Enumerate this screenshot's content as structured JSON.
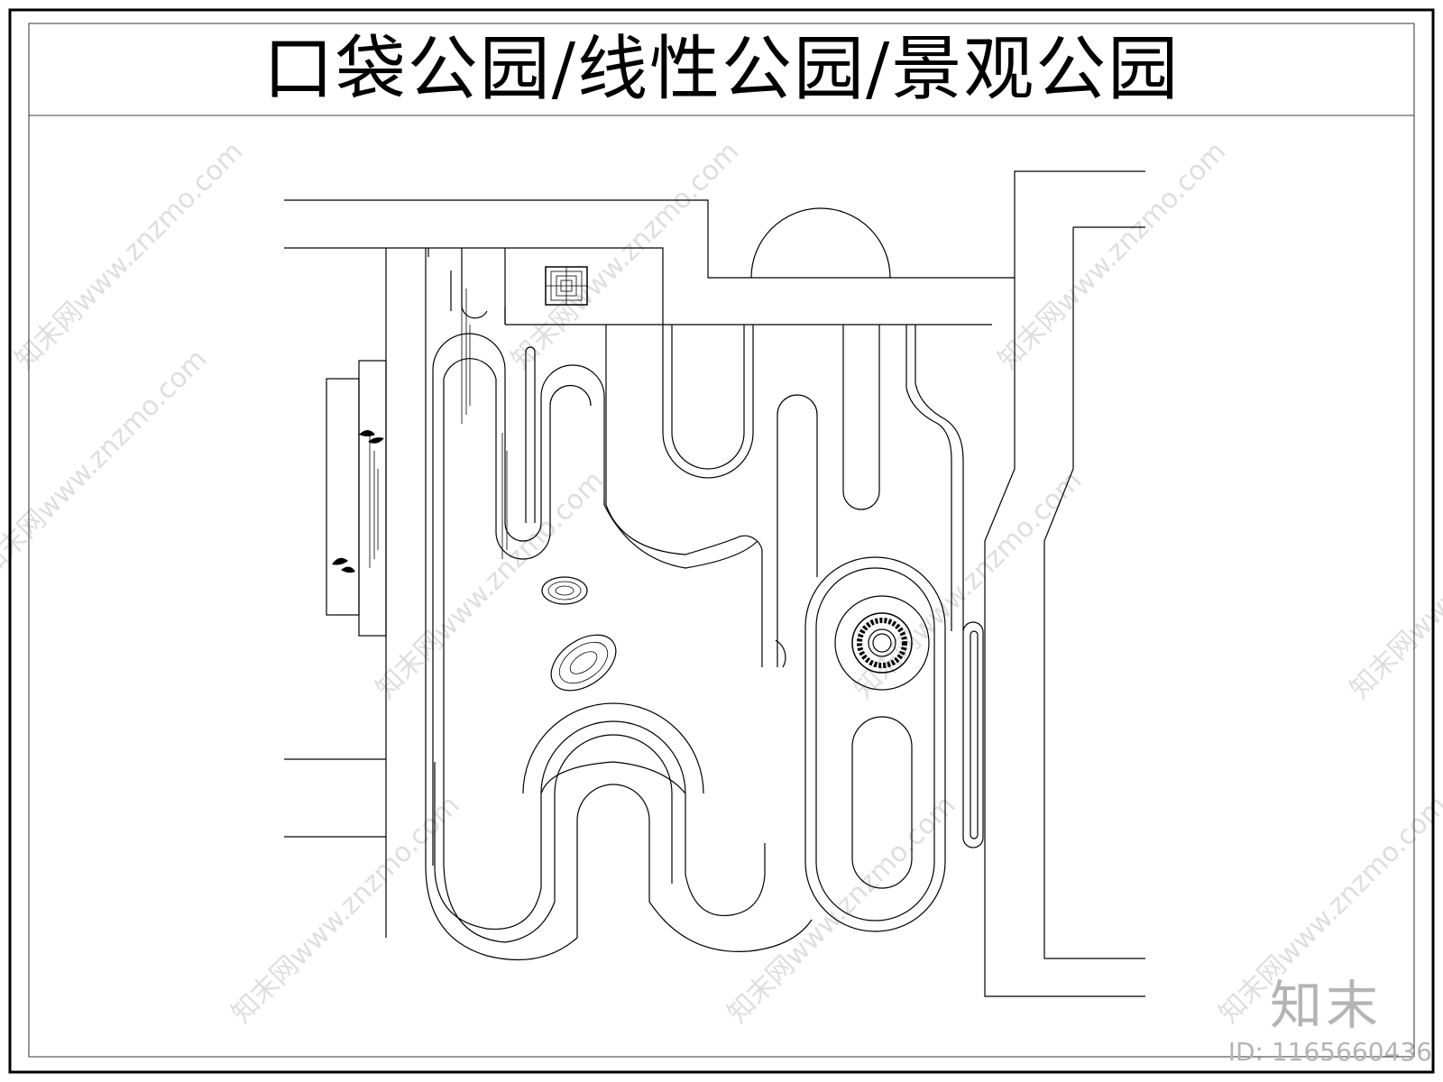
{
  "drawing": {
    "title": "口袋公园/线性公园/景观公园"
  },
  "watermarks": {
    "site_text": "知末网www.znzmo.com"
  },
  "brand": {
    "logo_text": "知末",
    "id_text": "ID: 1165660436"
  }
}
